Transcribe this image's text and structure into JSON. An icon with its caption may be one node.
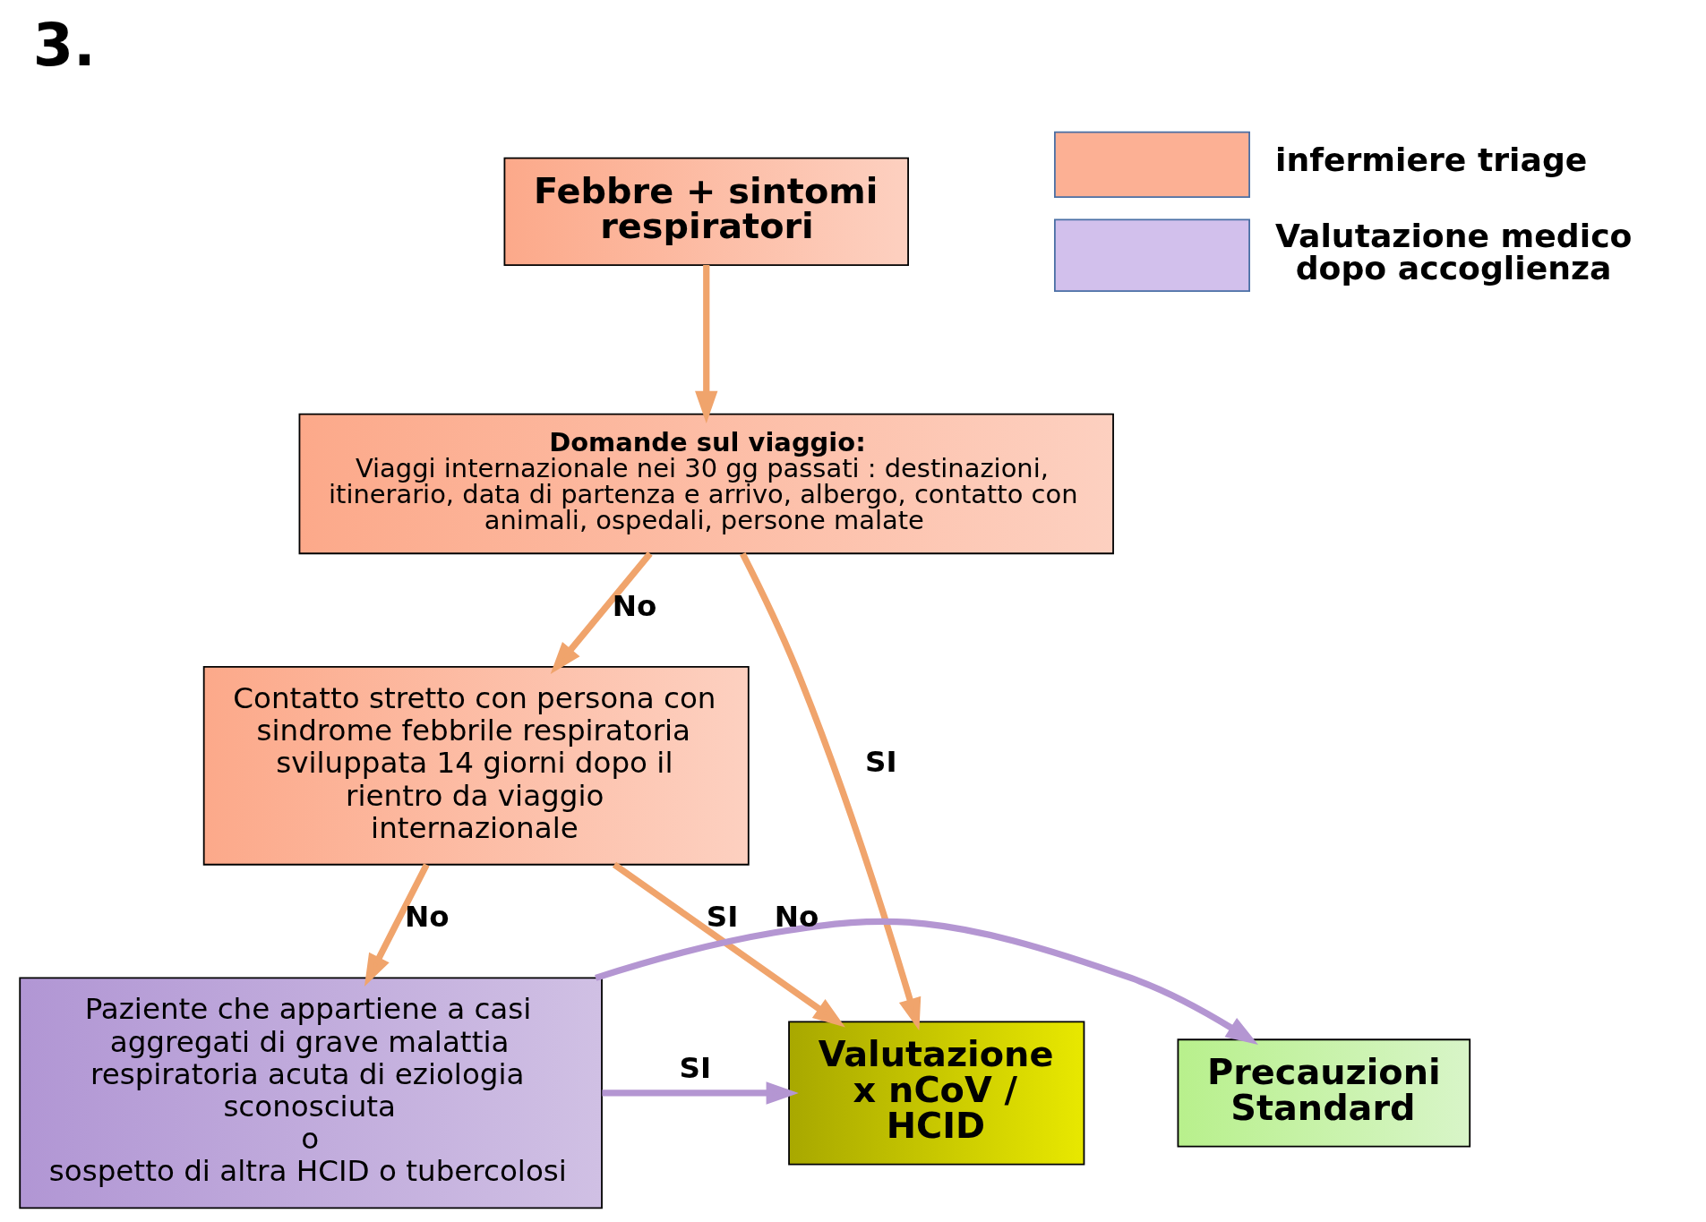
{
  "diagram": {
    "title": "3.",
    "nodes": [
      {
        "text": [
          "Febbre + sintomi respiratori"
        ]
      },
      {
        "text": [
          "Domande sul viaggio:",
          "Viaggi internazionale nei 30 gg passati : destinazioni, itinerario, data di partenza e arrivo, albergo, contatto con animali, ospedali, persone malate"
        ]
      },
      {
        "text": [
          "Contatto stretto con persona con sindrome febbrile respiratoria sviluppata 14 giorni dopo il rientro da viaggio internazionale"
        ]
      },
      {
        "text": [
          "Paziente che appartiene a casi aggregati di grave malattia respiratoria acuta di eziologia sconosciuta",
          "o",
          "sospetto di altra HCID o tubercolosi"
        ]
      },
      {
        "text": [
          "Precauzioni Standard"
        ]
      },
      {
        "text": [
          "Valutazione x nCoV / HCID"
        ]
      }
    ],
    "edges": [
      {
        "from": 0,
        "to": 1,
        "arrow": "to"
      },
      {
        "from": 1,
        "to": 2,
        "arrow": "to",
        "label": "No"
      },
      {
        "from": 2,
        "to": 3,
        "arrow": "to",
        "label": "No"
      },
      {
        "from": 3,
        "to": 4,
        "arrow": "to",
        "label": "No",
        "color": "#b496d2"
      },
      {
        "from": 3,
        "to": 5,
        "arrow": "to",
        "label": "SI",
        "color": "#b496d2"
      },
      {
        "from": 2,
        "to": 5,
        "arrow": "to",
        "label": "SI"
      },
      {
        "from": 1,
        "to": 5,
        "arrow": "to",
        "label": "SI"
      }
    ],
    "legend": [
      {
        "text": "infermiere triage",
        "color": "#fcb094"
      },
      {
        "text": "Valutazione medico dopo accoglienza",
        "color": "#d2c0ec"
      }
    ]
  }
}
